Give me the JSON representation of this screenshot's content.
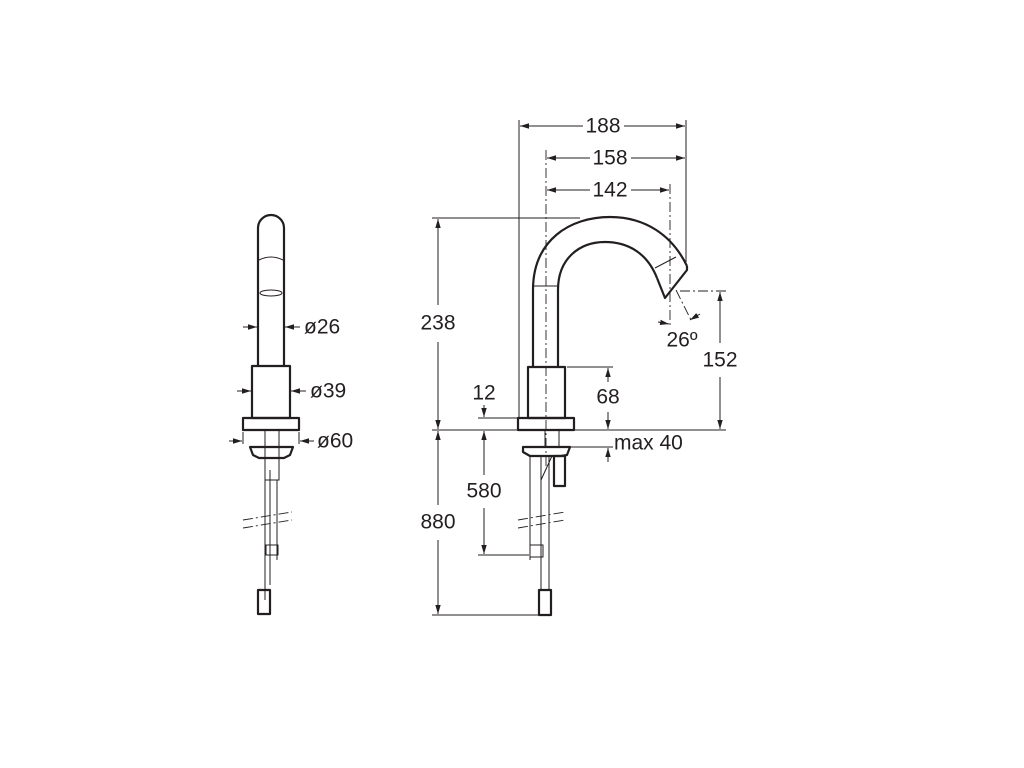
{
  "side_view": {
    "dimensions": {
      "spout_diameter": "ø26",
      "body_diameter": "ø39",
      "base_diameter": "ø60"
    }
  },
  "front_view": {
    "dimensions": {
      "reach_total": "188",
      "reach_spout": "158",
      "reach_center": "142",
      "height_total": "238",
      "base_thickness": "12",
      "body_height": "68",
      "outlet_height": "152",
      "spout_angle": "26º",
      "max_counter_thickness": "max 40",
      "hose_length_short": "580",
      "hose_length_long": "880"
    }
  },
  "colors": {
    "line": "#231f20",
    "background": "#ffffff"
  }
}
